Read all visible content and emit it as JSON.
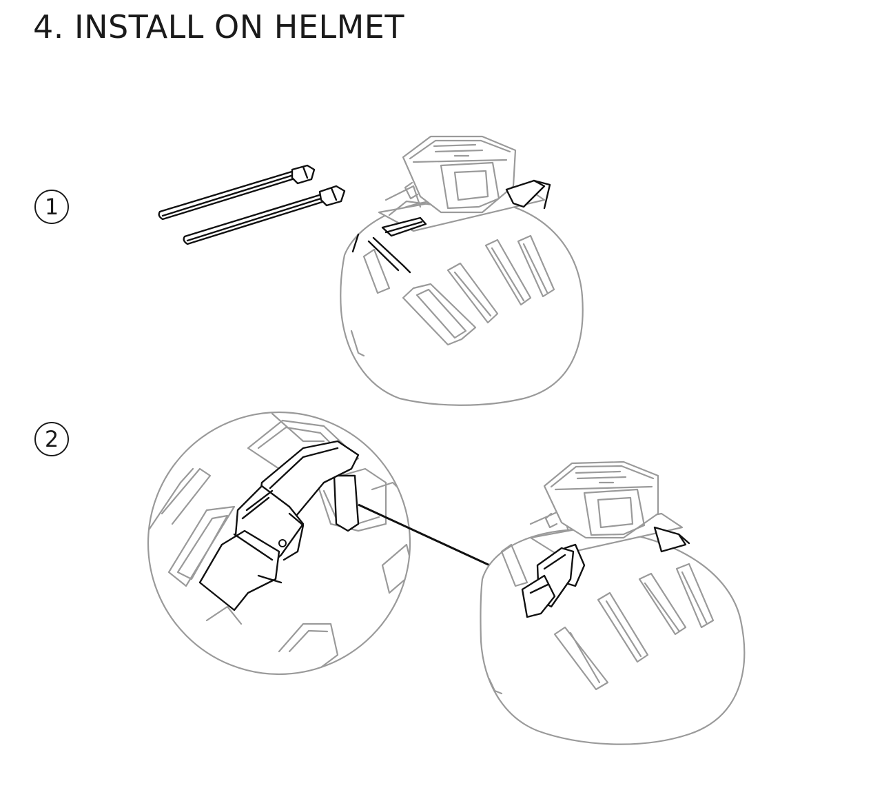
{
  "page": {
    "title": "4. INSTALL ON HELMET"
  },
  "steps": [
    {
      "marker": "1"
    },
    {
      "marker": "2"
    }
  ]
}
